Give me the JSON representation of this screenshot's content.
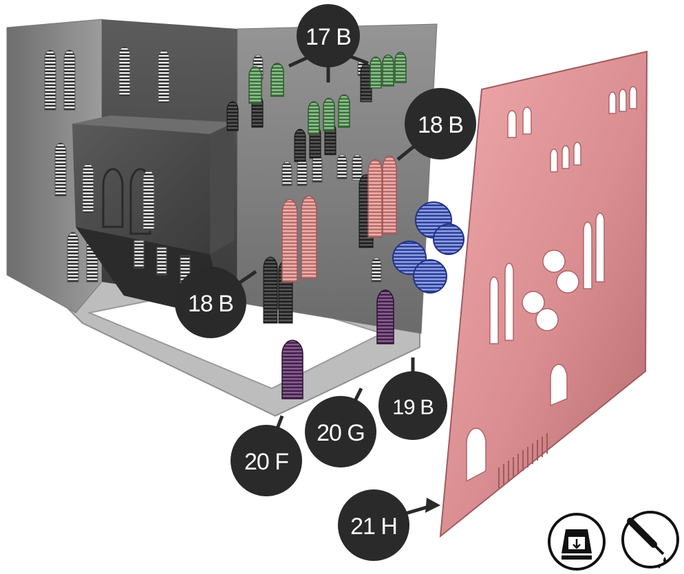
{
  "callouts": {
    "c17b": "17 B",
    "c18b_top": "18 B",
    "c18b_mid": "18 B",
    "c19b": "19 B",
    "c20g": "20 G",
    "c20f": "20 F",
    "c21h": "21 H"
  },
  "icons": [
    "press-fit-icon",
    "glue-icon"
  ],
  "colors": {
    "wall": "#8a8a8a",
    "wall_dark": "#3c3c3c",
    "floor": "#b9b9b9",
    "badge": "#2a2a2a",
    "green_shutter": "#5f9a5f",
    "red_shutter": "#d98a86",
    "blue_rosette": "#4b62c4",
    "purple_door": "#6a3d73",
    "pink_panel": "#e59a9c"
  }
}
